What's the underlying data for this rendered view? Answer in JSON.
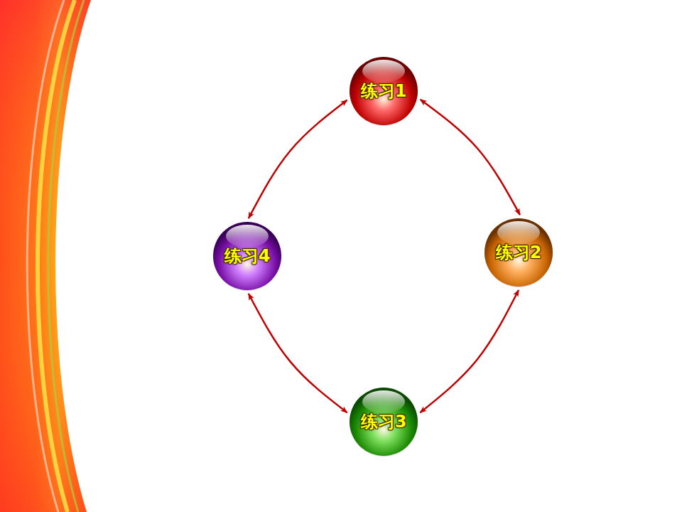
{
  "diagram": {
    "nodes": [
      {
        "text": [
          "练习1"
        ]
      },
      {
        "text": [
          "练习2"
        ]
      },
      {
        "text": [
          "练习3"
        ]
      },
      {
        "text": [
          "练习4"
        ]
      }
    ],
    "edges": [
      {
        "from": 0,
        "to": 1,
        "arrow": "both"
      },
      {
        "from": 1,
        "to": 2,
        "arrow": "both"
      },
      {
        "from": 2,
        "to": 3,
        "arrow": "both"
      },
      {
        "from": 3,
        "to": 0,
        "arrow": "both"
      }
    ]
  }
}
